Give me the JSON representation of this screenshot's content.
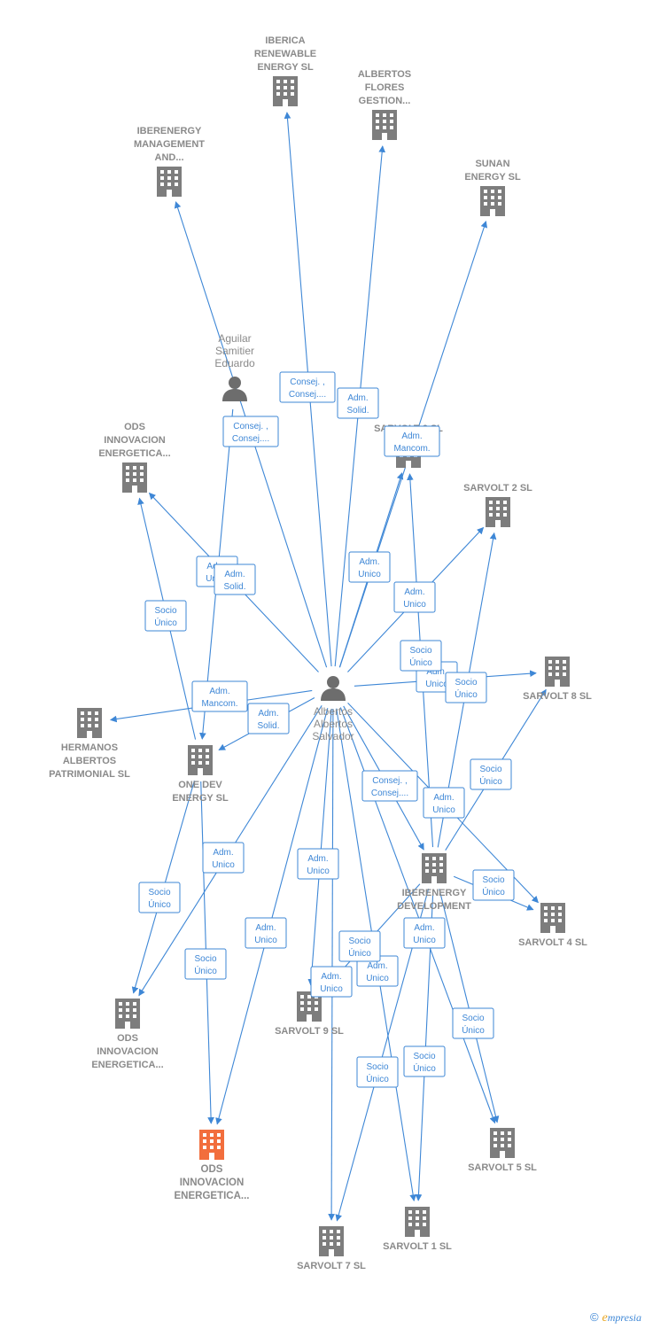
{
  "colors": {
    "edge": "#3e87d6",
    "company": "#7d7d7d",
    "focus": "#f26e3d",
    "person": "#6d6d6d",
    "text": "#8a8a8a"
  },
  "nodes": [
    {
      "id": "aas",
      "kind": "person",
      "lines": [
        "Albertos",
        "Albertos",
        "Salvador"
      ],
      "icon": "person-icon"
    },
    {
      "id": "ase",
      "kind": "person",
      "lines": [
        "Aguilar",
        "Samitier",
        "Eduardo"
      ],
      "icon": "person-icon"
    },
    {
      "id": "ibre",
      "kind": "company",
      "lines": [
        "IBERICA",
        "RENEWABLE",
        "ENERGY  SL"
      ],
      "icon": "building-icon"
    },
    {
      "id": "afg",
      "kind": "company",
      "lines": [
        "ALBERTOS",
        "FLORES",
        "GESTION..."
      ],
      "icon": "building-icon"
    },
    {
      "id": "ibma",
      "kind": "company",
      "lines": [
        "IBERENERGY",
        "MANAGEMENT",
        "AND..."
      ],
      "icon": "building-icon"
    },
    {
      "id": "sunan",
      "kind": "company",
      "lines": [
        "SUNAN",
        "ENERGY  SL"
      ],
      "icon": "building-icon"
    },
    {
      "id": "sv6",
      "kind": "company",
      "lines": [
        "SARVOLT 6  SL"
      ],
      "icon": "building-icon"
    },
    {
      "id": "ods1",
      "kind": "company",
      "lines": [
        "ODS",
        "INNOVACION",
        "ENERGETICA..."
      ],
      "icon": "building-icon"
    },
    {
      "id": "sv2",
      "kind": "company",
      "lines": [
        "SARVOLT 2  SL"
      ],
      "icon": "building-icon"
    },
    {
      "id": "sv8",
      "kind": "company",
      "lines": [
        "SARVOLT 8  SL"
      ],
      "icon": "building-icon"
    },
    {
      "id": "hap",
      "kind": "company",
      "lines": [
        "HERMANOS",
        "ALBERTOS",
        "PATRIMONIAL SL"
      ],
      "icon": "building-icon"
    },
    {
      "id": "onedev",
      "kind": "company",
      "lines": [
        "ONE DEV",
        "ENERGY  SL"
      ],
      "icon": "building-icon"
    },
    {
      "id": "ibdev",
      "kind": "company",
      "lines": [
        "IBERENERGY",
        "DEVELOPMENT",
        "..."
      ],
      "icon": "building-icon"
    },
    {
      "id": "sv4",
      "kind": "company",
      "lines": [
        "SARVOLT 4  SL"
      ],
      "icon": "building-icon"
    },
    {
      "id": "ods2",
      "kind": "company",
      "lines": [
        "ODS",
        "INNOVACION",
        "ENERGETICA..."
      ],
      "icon": "building-icon"
    },
    {
      "id": "sv9",
      "kind": "company",
      "lines": [
        "SARVOLT 9  SL"
      ],
      "icon": "building-icon"
    },
    {
      "id": "ods3",
      "kind": "focus",
      "lines": [
        "ODS",
        "INNOVACION",
        "ENERGETICA..."
      ],
      "icon": "building-icon"
    },
    {
      "id": "sv5",
      "kind": "company",
      "lines": [
        "SARVOLT 5  SL"
      ],
      "icon": "building-icon"
    },
    {
      "id": "sv1",
      "kind": "company",
      "lines": [
        "SARVOLT 1  SL"
      ],
      "icon": "building-icon"
    },
    {
      "id": "sv7",
      "kind": "company",
      "lines": [
        "SARVOLT 7  SL"
      ],
      "icon": "building-icon"
    }
  ],
  "edges": [
    {
      "from": "aas",
      "to": "ibre",
      "label": [
        "Consej. ,",
        "Consej...."
      ]
    },
    {
      "from": "aas",
      "to": "afg",
      "label": [
        "Adm.",
        "Solid."
      ]
    },
    {
      "from": "aas",
      "to": "ibma",
      "label": [
        "Consej. ,",
        "Consej...."
      ]
    },
    {
      "from": "aas",
      "to": "sunan",
      "label": [
        "Adm.",
        "Mancom."
      ]
    },
    {
      "from": "aas",
      "to": "sv6",
      "label": [
        "Adm.",
        "Unico"
      ]
    },
    {
      "from": "aas",
      "to": "ods1",
      "label": [
        "Adm.",
        "Unico"
      ]
    },
    {
      "from": "aas",
      "to": "sv2",
      "label": [
        "Adm.",
        "Unico"
      ]
    },
    {
      "from": "aas",
      "to": "sv8",
      "label": [
        "Adm.",
        "Unico"
      ]
    },
    {
      "from": "aas",
      "to": "hap",
      "label": [
        "Adm.",
        "Mancom."
      ]
    },
    {
      "from": "aas",
      "to": "onedev",
      "label": [
        "Adm.",
        "Solid."
      ]
    },
    {
      "from": "aas",
      "to": "ibdev",
      "label": [
        "Consej. ,",
        "Consej...."
      ]
    },
    {
      "from": "aas",
      "to": "sv4",
      "label": [
        "Adm.",
        "Unico"
      ]
    },
    {
      "from": "aas",
      "to": "ods2",
      "label": [
        "Adm.",
        "Unico"
      ]
    },
    {
      "from": "aas",
      "to": "sv9",
      "label": [
        "Adm.",
        "Unico"
      ]
    },
    {
      "from": "aas",
      "to": "ods3",
      "label": [
        "Adm.",
        "Unico"
      ]
    },
    {
      "from": "aas",
      "to": "sv5",
      "label": [
        "Adm.",
        "Unico"
      ]
    },
    {
      "from": "aas",
      "to": "sv1",
      "label": [
        "Adm.",
        "Unico"
      ]
    },
    {
      "from": "aas",
      "to": "sv7",
      "label": [
        "Adm.",
        "Unico"
      ]
    },
    {
      "from": "ase",
      "to": "onedev",
      "label": [
        "Adm.",
        "Solid."
      ]
    },
    {
      "from": "onedev",
      "to": "ods1",
      "label": [
        "Socio",
        "Único"
      ]
    },
    {
      "from": "onedev",
      "to": "ods2",
      "label": [
        "Socio",
        "Único"
      ]
    },
    {
      "from": "onedev",
      "to": "ods3",
      "label": [
        "Socio",
        "Único"
      ]
    },
    {
      "from": "ibdev",
      "to": "sv6",
      "label": [
        "Socio",
        "Único"
      ]
    },
    {
      "from": "ibdev",
      "to": "sv2",
      "label": [
        "Socio",
        "Único"
      ]
    },
    {
      "from": "ibdev",
      "to": "sv8",
      "label": [
        "Socio",
        "Único"
      ]
    },
    {
      "from": "ibdev",
      "to": "sv4",
      "label": [
        "Socio",
        "Único"
      ]
    },
    {
      "from": "ibdev",
      "to": "sv9",
      "label": [
        "Socio",
        "Único"
      ]
    },
    {
      "from": "ibdev",
      "to": "sv5",
      "label": [
        "Socio",
        "Único"
      ]
    },
    {
      "from": "ibdev",
      "to": "sv1",
      "label": [
        "Socio",
        "Único"
      ]
    },
    {
      "from": "ibdev",
      "to": "sv7",
      "label": [
        "Socio",
        "Único"
      ]
    }
  ],
  "footer": {
    "copyright": "©",
    "brand_initial": "e",
    "brand_rest": "mpresia"
  }
}
